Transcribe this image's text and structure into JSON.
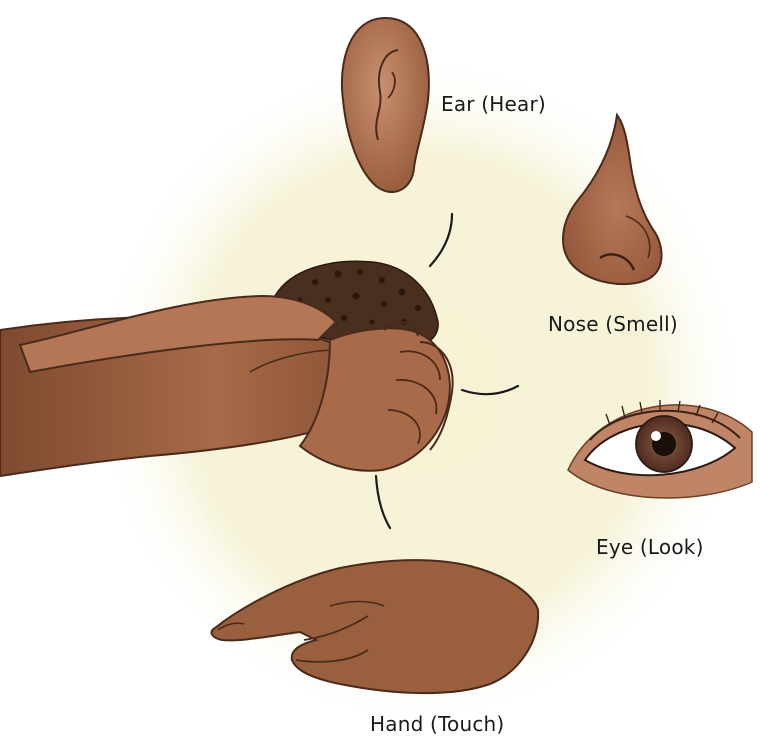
{
  "labels": {
    "ear": "Ear (Hear)",
    "nose": "Nose (Smell)",
    "eye": "Eye (Look)",
    "hand": "Hand (Touch)"
  },
  "colors": {
    "skin": "#9a5f3e",
    "skin_dark": "#6e3f27",
    "skin_light": "#c08466",
    "soil": "#4a2e1e",
    "background_glow": "#f4efc6",
    "line": "#1a1a1a",
    "iris": "#6a4030"
  },
  "icons": [
    "ear-icon",
    "nose-icon",
    "eye-icon",
    "pointing-hand-icon",
    "cupped-hands-icon"
  ]
}
